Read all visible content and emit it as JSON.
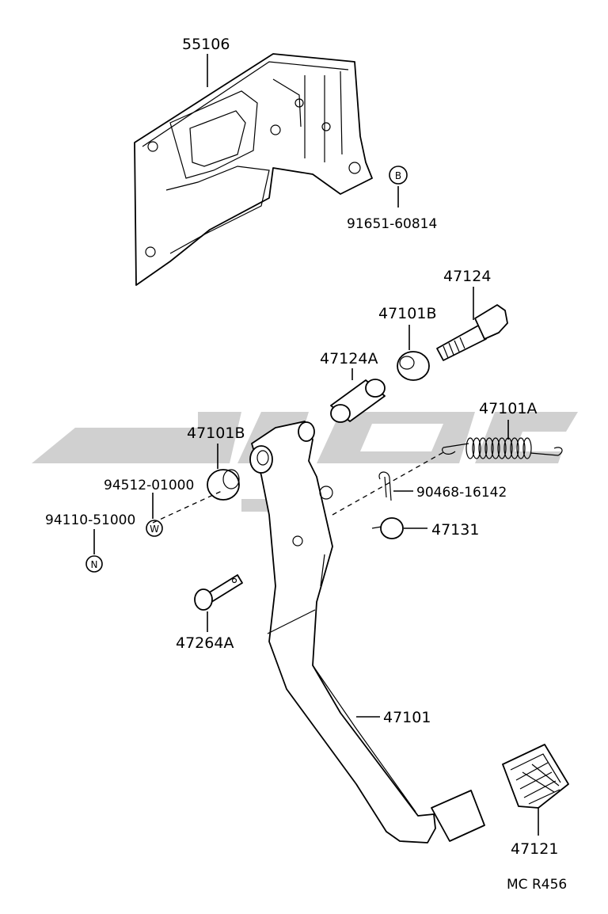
{
  "diagram": {
    "reference_code": "MC R456",
    "parts": [
      {
        "id": "p55106",
        "label": "55106"
      },
      {
        "id": "p91651",
        "label": "91651-60814",
        "marker": "B"
      },
      {
        "id": "p47124",
        "label": "47124"
      },
      {
        "id": "p47101B_top",
        "label": "47101B"
      },
      {
        "id": "p47124A",
        "label": "47124A"
      },
      {
        "id": "p47101A",
        "label": "47101A"
      },
      {
        "id": "p47101B_left",
        "label": "47101B"
      },
      {
        "id": "p94512",
        "label": "94512-01000",
        "marker": "W"
      },
      {
        "id": "p94110",
        "label": "94110-51000",
        "marker": "N"
      },
      {
        "id": "p90468",
        "label": "90468-16142"
      },
      {
        "id": "p47131",
        "label": "47131"
      },
      {
        "id": "p47264A",
        "label": "47264A"
      },
      {
        "id": "p47101",
        "label": "47101"
      },
      {
        "id": "p47121",
        "label": "47121"
      }
    ]
  }
}
